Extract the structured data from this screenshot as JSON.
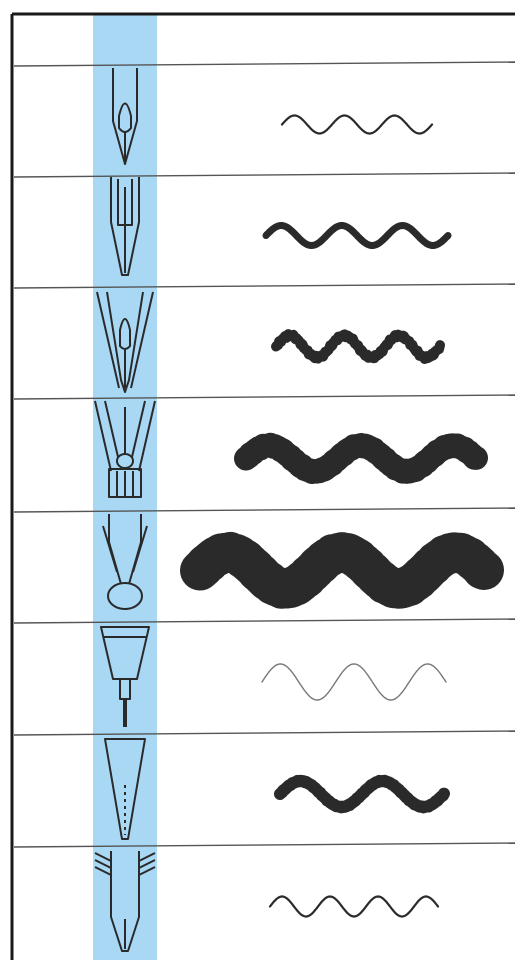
{
  "colors": {
    "background": "#ffffff",
    "frame": "#1a1a1a",
    "highlight_column": "#a8d8f4",
    "rule": "#555555",
    "ink": "#2a2a2a",
    "fine_ink": "#777777"
  },
  "rows": [
    {
      "nib": "fine-split-nib-icon",
      "stroke": "thin-wavy-stroke"
    },
    {
      "nib": "medium-split-nib-icon",
      "stroke": "medium-wavy-stroke"
    },
    {
      "nib": "rough-split-nib-icon",
      "stroke": "rough-wavy-stroke"
    },
    {
      "nib": "broad-reservoir-nib-icon",
      "stroke": "thick-wavy-stroke"
    },
    {
      "nib": "round-ball-nib-icon",
      "stroke": "extra-thick-wavy-stroke"
    },
    {
      "nib": "technical-pen-nib-icon",
      "stroke": "hairline-wavy-stroke"
    },
    {
      "nib": "brush-pen-nib-icon",
      "stroke": "bold-wavy-stroke"
    },
    {
      "nib": "mapping-pen-nib-icon",
      "stroke": "fine-loop-stroke"
    }
  ]
}
